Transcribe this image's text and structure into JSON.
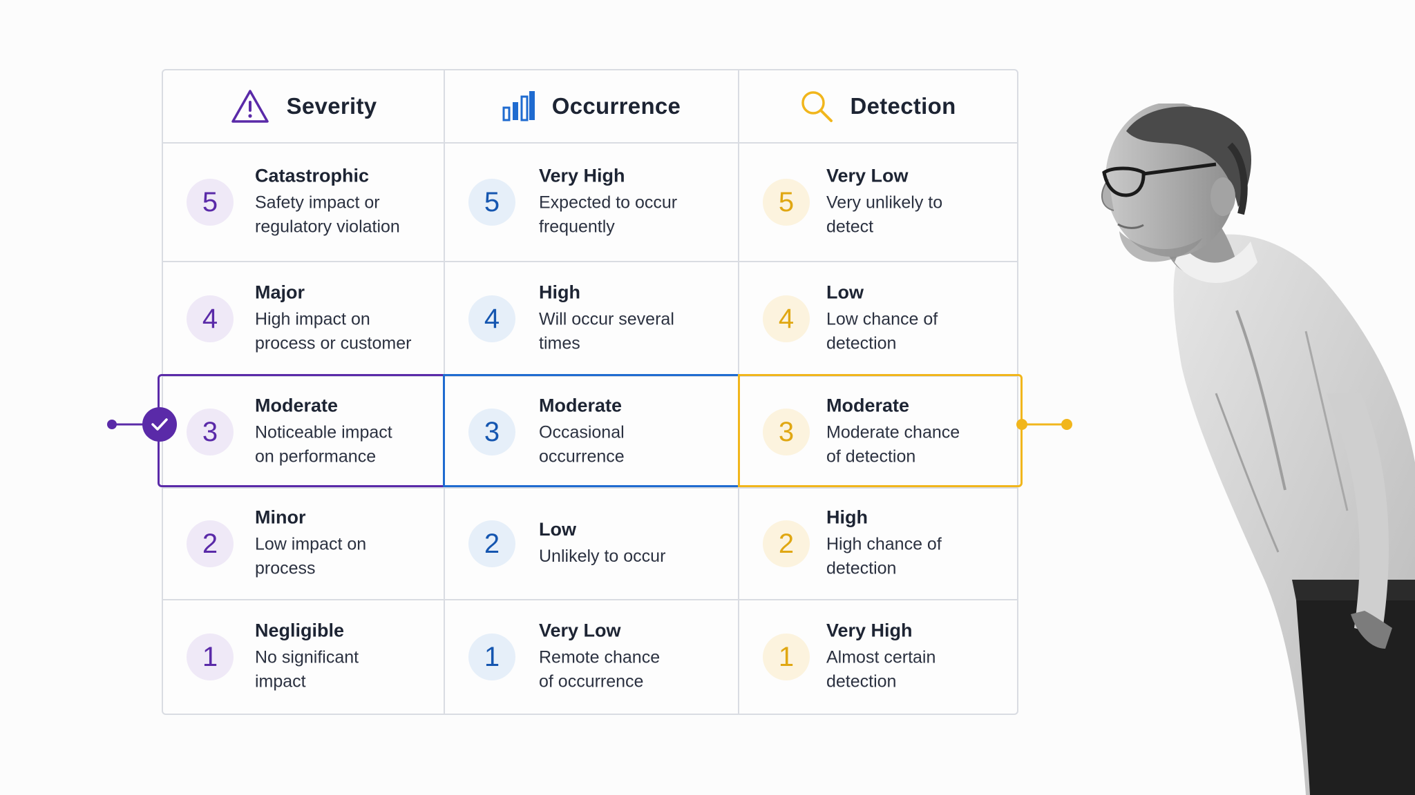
{
  "headers": {
    "severity": "Severity",
    "occurrence": "Occurrence",
    "detection": "Detection"
  },
  "rows": [
    {
      "severity": {
        "score": "5",
        "title": "Catastrophic",
        "desc": "Safety impact or regulatory violation"
      },
      "occurrence": {
        "score": "5",
        "title": "Very High",
        "desc": "Expected to occur frequently"
      },
      "detection": {
        "score": "5",
        "title": "Very Low",
        "desc": "Very unlikely to detect"
      }
    },
    {
      "severity": {
        "score": "4",
        "title": "Major",
        "desc": "High impact on process or customer"
      },
      "occurrence": {
        "score": "4",
        "title": "High",
        "desc": "Will occur several times"
      },
      "detection": {
        "score": "4",
        "title": "Low",
        "desc": "Low chance of detection"
      }
    },
    {
      "severity": {
        "score": "3",
        "title": "Moderate",
        "desc": "Noticeable impact on performance"
      },
      "occurrence": {
        "score": "3",
        "title": "Moderate",
        "desc": "Occasional occurrence"
      },
      "detection": {
        "score": "3",
        "title": "Moderate",
        "desc": "Moderate chance of detection"
      }
    },
    {
      "severity": {
        "score": "2",
        "title": "Minor",
        "desc": "Low impact on process"
      },
      "occurrence": {
        "score": "2",
        "title": "Low",
        "desc": "Unlikely to occur"
      },
      "detection": {
        "score": "2",
        "title": "High",
        "desc": "High chance of detection"
      }
    },
    {
      "severity": {
        "score": "1",
        "title": "Negligible",
        "desc": "No significant impact"
      },
      "occurrence": {
        "score": "1",
        "title": "Very Low",
        "desc": "Remote chance of occurrence"
      },
      "detection": {
        "score": "1",
        "title": "Very High",
        "desc": "Almost certain detection"
      }
    }
  ],
  "selected_row_index": 2,
  "colors": {
    "severity": "#5a2aa8",
    "occurrence": "#1f6bd0",
    "detection": "#f1b61c"
  },
  "icons": {
    "severity": "warning-triangle-icon",
    "occurrence": "bar-chart-icon",
    "detection": "magnifier-icon",
    "selection": "check-icon"
  }
}
